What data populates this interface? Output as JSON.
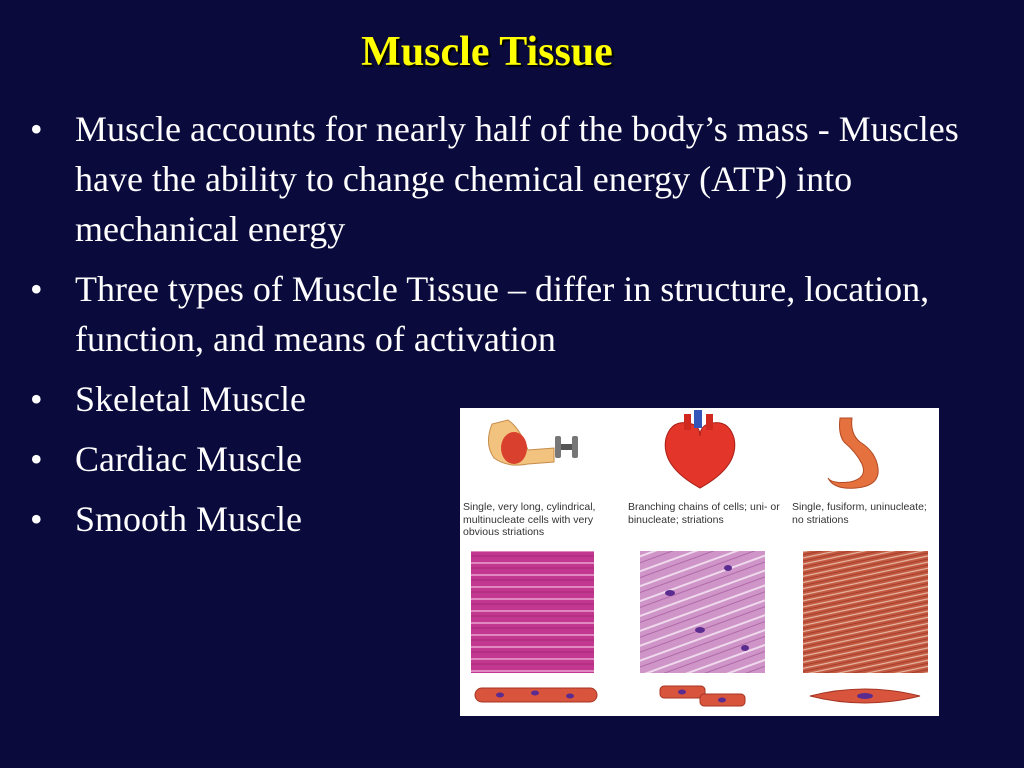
{
  "slide": {
    "title": "Muscle Tissue",
    "bullets": [
      "Muscle accounts for nearly half of the body’s mass - Muscles have the ability to change chemical energy (ATP) into mechanical energy",
      "Three types of Muscle Tissue – differ in structure, location, function, and means of activation",
      "Skeletal Muscle",
      "Cardiac Muscle",
      "Smooth Muscle"
    ],
    "bullet_char": "•"
  },
  "figure": {
    "captions": {
      "skeletal": "Single, very long, cylindrical, multinucleate cells with very obvious striations",
      "cardiac": "Branching chains of cells; uni- or binucleate; striations",
      "smooth": "Single, fusiform, uninucleate; no striations"
    },
    "icons": [
      "flexed-arm-dumbbell-icon",
      "heart-icon",
      "stomach-icon"
    ],
    "colors": {
      "skeletal_tissue": "#c2378f",
      "cardiac_tissue": "#c98cc4",
      "smooth_tissue": "#b9523d",
      "muscle_fiber": "#d9543c",
      "nucleus": "#5b2c8f"
    }
  }
}
